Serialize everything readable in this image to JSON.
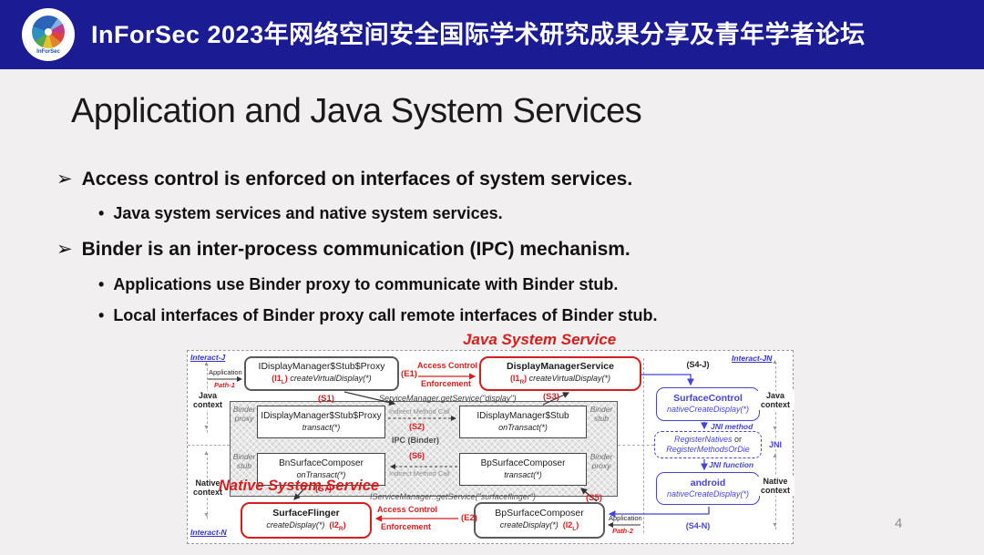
{
  "header": {
    "logo_text": "InForSec",
    "title": "InForSec 2023年网络空间安全国际学术研究成果分享及青年学者论坛"
  },
  "slide": {
    "title": "Application and Java System Services",
    "bullet_marker": "➢",
    "sub_marker": "•",
    "bullet1": "Access control is enforced on interfaces of system services.",
    "sub1": "Java system services and native system services.",
    "bullet2": "Binder is an inter-process communication (IPC) mechanism.",
    "sub2": "Applications use Binder proxy to communicate with Binder stub.",
    "sub3": "Local interfaces of Binder proxy call remote interfaces of Binder stub.",
    "page_number": "4"
  },
  "diagram": {
    "java_heading": "Java System Service",
    "native_heading": "Native System Service",
    "interact_j": "Interact-J",
    "interact_n": "Interact-N",
    "interact_jn": "Interact-JN",
    "java_context": "Java context",
    "native_context": "Native context",
    "jni": "JNI",
    "application": "Application",
    "path1": "Path-1",
    "path2": "Path-2",
    "access_control": "Access Control",
    "enforcement": "Enforcement",
    "binder_proxy": "Binder proxy",
    "binder_stub": "Binder stub",
    "indirect_call": "Indirect Method Call",
    "ipc": "IPC (Binder)",
    "jni_method": "JNI method",
    "jni_function": "JNI function",
    "getservice_java": "ServiceManager.getService(\"display\")",
    "getservice_native": "IServiceManager::getService(\"surfaceflinger\")",
    "steps": {
      "s1": "(S1)",
      "s2": "(S2)",
      "s3": "(S3)",
      "s4j": "(S4-J)",
      "s4n": "(S4-N)",
      "s5": "(S5)",
      "s6": "(S6)",
      "s7": "(S7)",
      "e1": "(E1)",
      "e2": "(E2)"
    },
    "ifaces": {
      "i1l": {
        "pre": "(I1",
        "sub": "L",
        "post": ")"
      },
      "i1r": {
        "pre": "(I1",
        "sub": "R",
        "post": ")"
      },
      "i2l": {
        "pre": "(I2",
        "sub": "L",
        "post": ")"
      },
      "i2r": {
        "pre": "(I2",
        "sub": "R",
        "post": ")"
      }
    },
    "boxes": {
      "app_proxy_java": {
        "title": "IDisplayManager$Stub$Proxy",
        "method": "createVirtualDisplay(*)"
      },
      "dms": {
        "title": "DisplayManagerService",
        "method": "createVirtualDisplay(*)"
      },
      "binder_proxy_java": {
        "title": "IDisplayManager$Stub$Proxy",
        "method": "transact(*)"
      },
      "binder_stub_java": {
        "title": "IDisplayManager$Stub",
        "method": "onTransact(*)"
      },
      "binder_stub_native": {
        "title": "BnSurfaceComposer",
        "method": "onTransact(*)"
      },
      "binder_proxy_native": {
        "title": "BpSurfaceComposer",
        "method": "transact(*)"
      },
      "surfaceflinger": {
        "title": "SurfaceFlinger",
        "method": "createDisplay(*)"
      },
      "app_proxy_native": {
        "title": "BpSurfaceComposer",
        "method": "createDisplay(*)"
      },
      "surfacecontrol": {
        "title": "SurfaceControl",
        "method": "nativeCreateDisplay(*)"
      },
      "register": {
        "line1a": "RegisterNatives",
        "line1b": "or",
        "line2": "RegisterMethodsOrDie"
      },
      "android": {
        "title": "android",
        "method": "nativeCreateDisplay(*)"
      }
    },
    "colors": {
      "navy": "#1b1b94",
      "red": "#d81d1d",
      "blue": "#4444d8"
    }
  }
}
